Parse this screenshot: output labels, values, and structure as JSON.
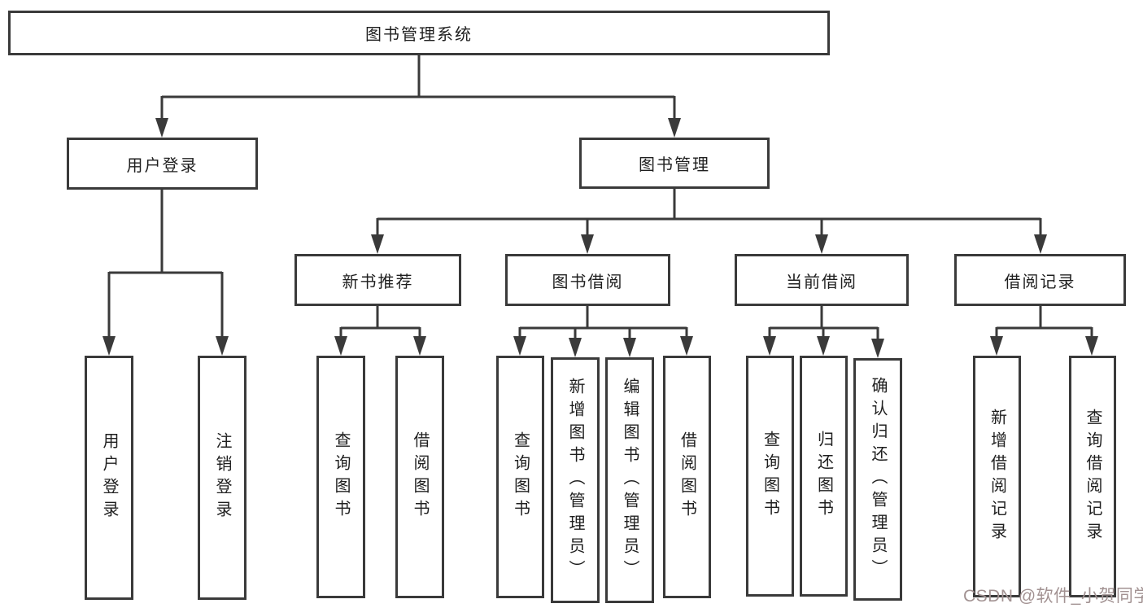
{
  "tree": {
    "root": {
      "label": "图书管理系统"
    },
    "branches": [
      {
        "label": "用户登录",
        "children": [
          {
            "label": "用户登录"
          },
          {
            "label": "注销登录"
          }
        ]
      },
      {
        "label": "图书管理",
        "children": [
          {
            "label": "新书推荐",
            "children": [
              {
                "label": "查询图书"
              },
              {
                "label": "借阅图书"
              }
            ]
          },
          {
            "label": "图书借阅",
            "children": [
              {
                "label": "查询图书"
              },
              {
                "label": "新增图书（管理员）"
              },
              {
                "label": "编辑图书（管理员）"
              },
              {
                "label": "借阅图书"
              }
            ]
          },
          {
            "label": "当前借阅",
            "children": [
              {
                "label": "查询图书"
              },
              {
                "label": "归还图书"
              },
              {
                "label": "确认归还（管理员）"
              }
            ]
          },
          {
            "label": "借阅记录",
            "children": [
              {
                "label": "新增借阅记录"
              },
              {
                "label": "查询借阅记录"
              }
            ]
          }
        ]
      }
    ]
  },
  "watermark": {
    "text": "CSDN @软件_小贺同学"
  },
  "colors": {
    "line": "#3a3a3a",
    "box_border": "#3a3a3a",
    "text": "#1f1f1f",
    "watermark": "#a29292",
    "background": "#ffffff"
  }
}
